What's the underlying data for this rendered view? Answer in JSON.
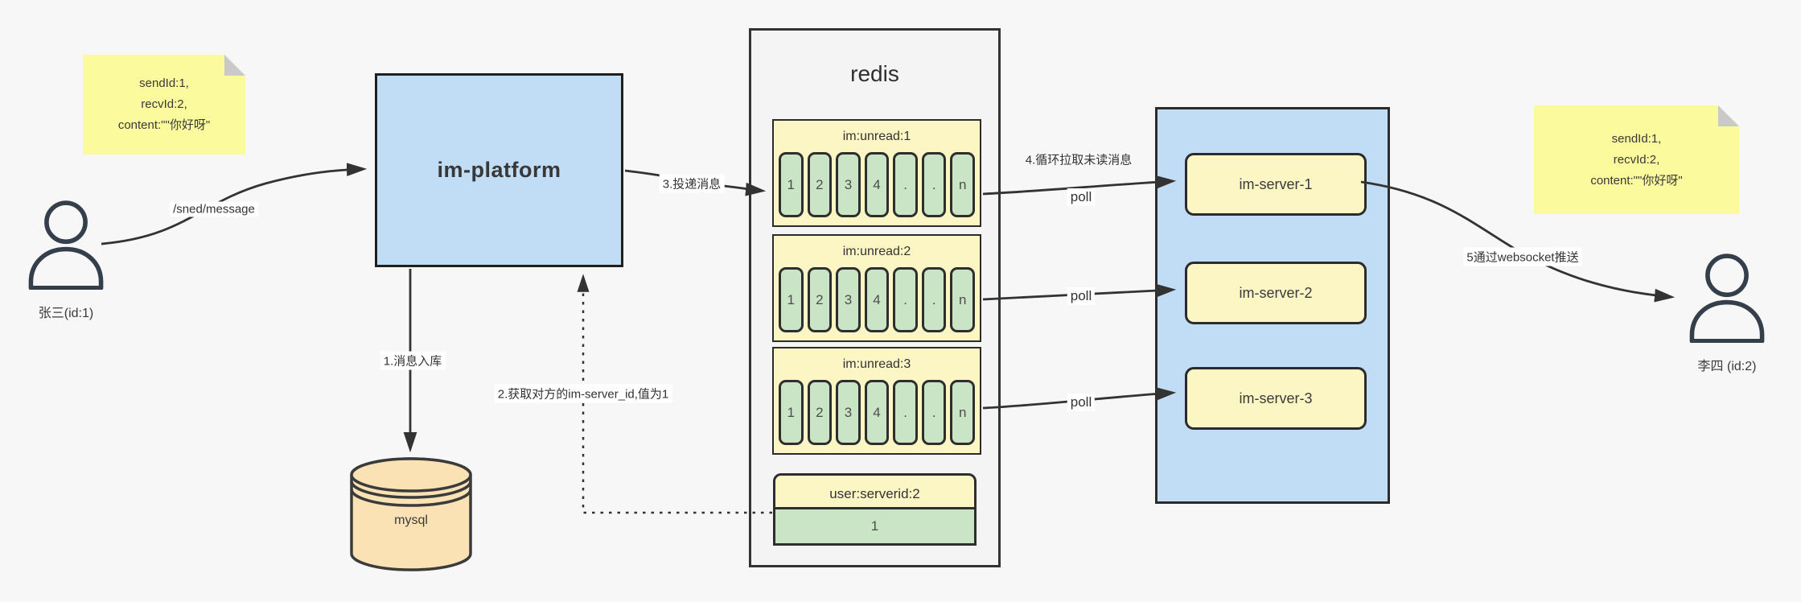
{
  "colors": {
    "bg": "#f7f7f7",
    "blue": "#c0ddf5",
    "sticky": "#fbfa9d",
    "byellow": "#fcf6c5",
    "green": "#c9e5c5",
    "peach": "#fbe2b4",
    "line": "#333333"
  },
  "actors": {
    "sender": {
      "label": "张三(id:1)"
    },
    "receiver": {
      "label": "李四 (id:2)"
    }
  },
  "notes": {
    "left": {
      "lines": [
        "sendId:1,",
        "recvId:2,",
        "content:\"\"你好呀\""
      ]
    },
    "right": {
      "lines": [
        "sendId:1,",
        "recvId:2,",
        "content:\"\"你好呀\""
      ]
    }
  },
  "platform": {
    "label": "im-platform"
  },
  "mysql": {
    "label": "mysql"
  },
  "redis": {
    "title": "redis",
    "queues": [
      {
        "header": "im:unread:1",
        "cells": [
          "1",
          "2",
          "3",
          "4",
          ".",
          ".",
          "n"
        ]
      },
      {
        "header": "im:unread:2",
        "cells": [
          "1",
          "2",
          "3",
          "4",
          ".",
          ".",
          "n"
        ]
      },
      {
        "header": "im:unread:3",
        "cells": [
          "1",
          "2",
          "3",
          "4",
          ".",
          ".",
          "n"
        ]
      }
    ],
    "kv": {
      "header": "user:serverid:2",
      "value": "1"
    }
  },
  "server_group": {
    "servers": [
      {
        "label": "im-server-1"
      },
      {
        "label": "im-server-2"
      },
      {
        "label": "im-server-3"
      }
    ]
  },
  "edges": {
    "send": {
      "label": "/sned/message"
    },
    "store": {
      "label": "1.消息入库"
    },
    "get_id": {
      "label": "2.获取对方的im-server_id,值为1"
    },
    "deliver": {
      "label": "3.投递消息"
    },
    "pull": {
      "label": "4.循环拉取未读消息"
    },
    "poll": {
      "label": "poll"
    },
    "push": {
      "label": "5通过websocket推送"
    }
  }
}
